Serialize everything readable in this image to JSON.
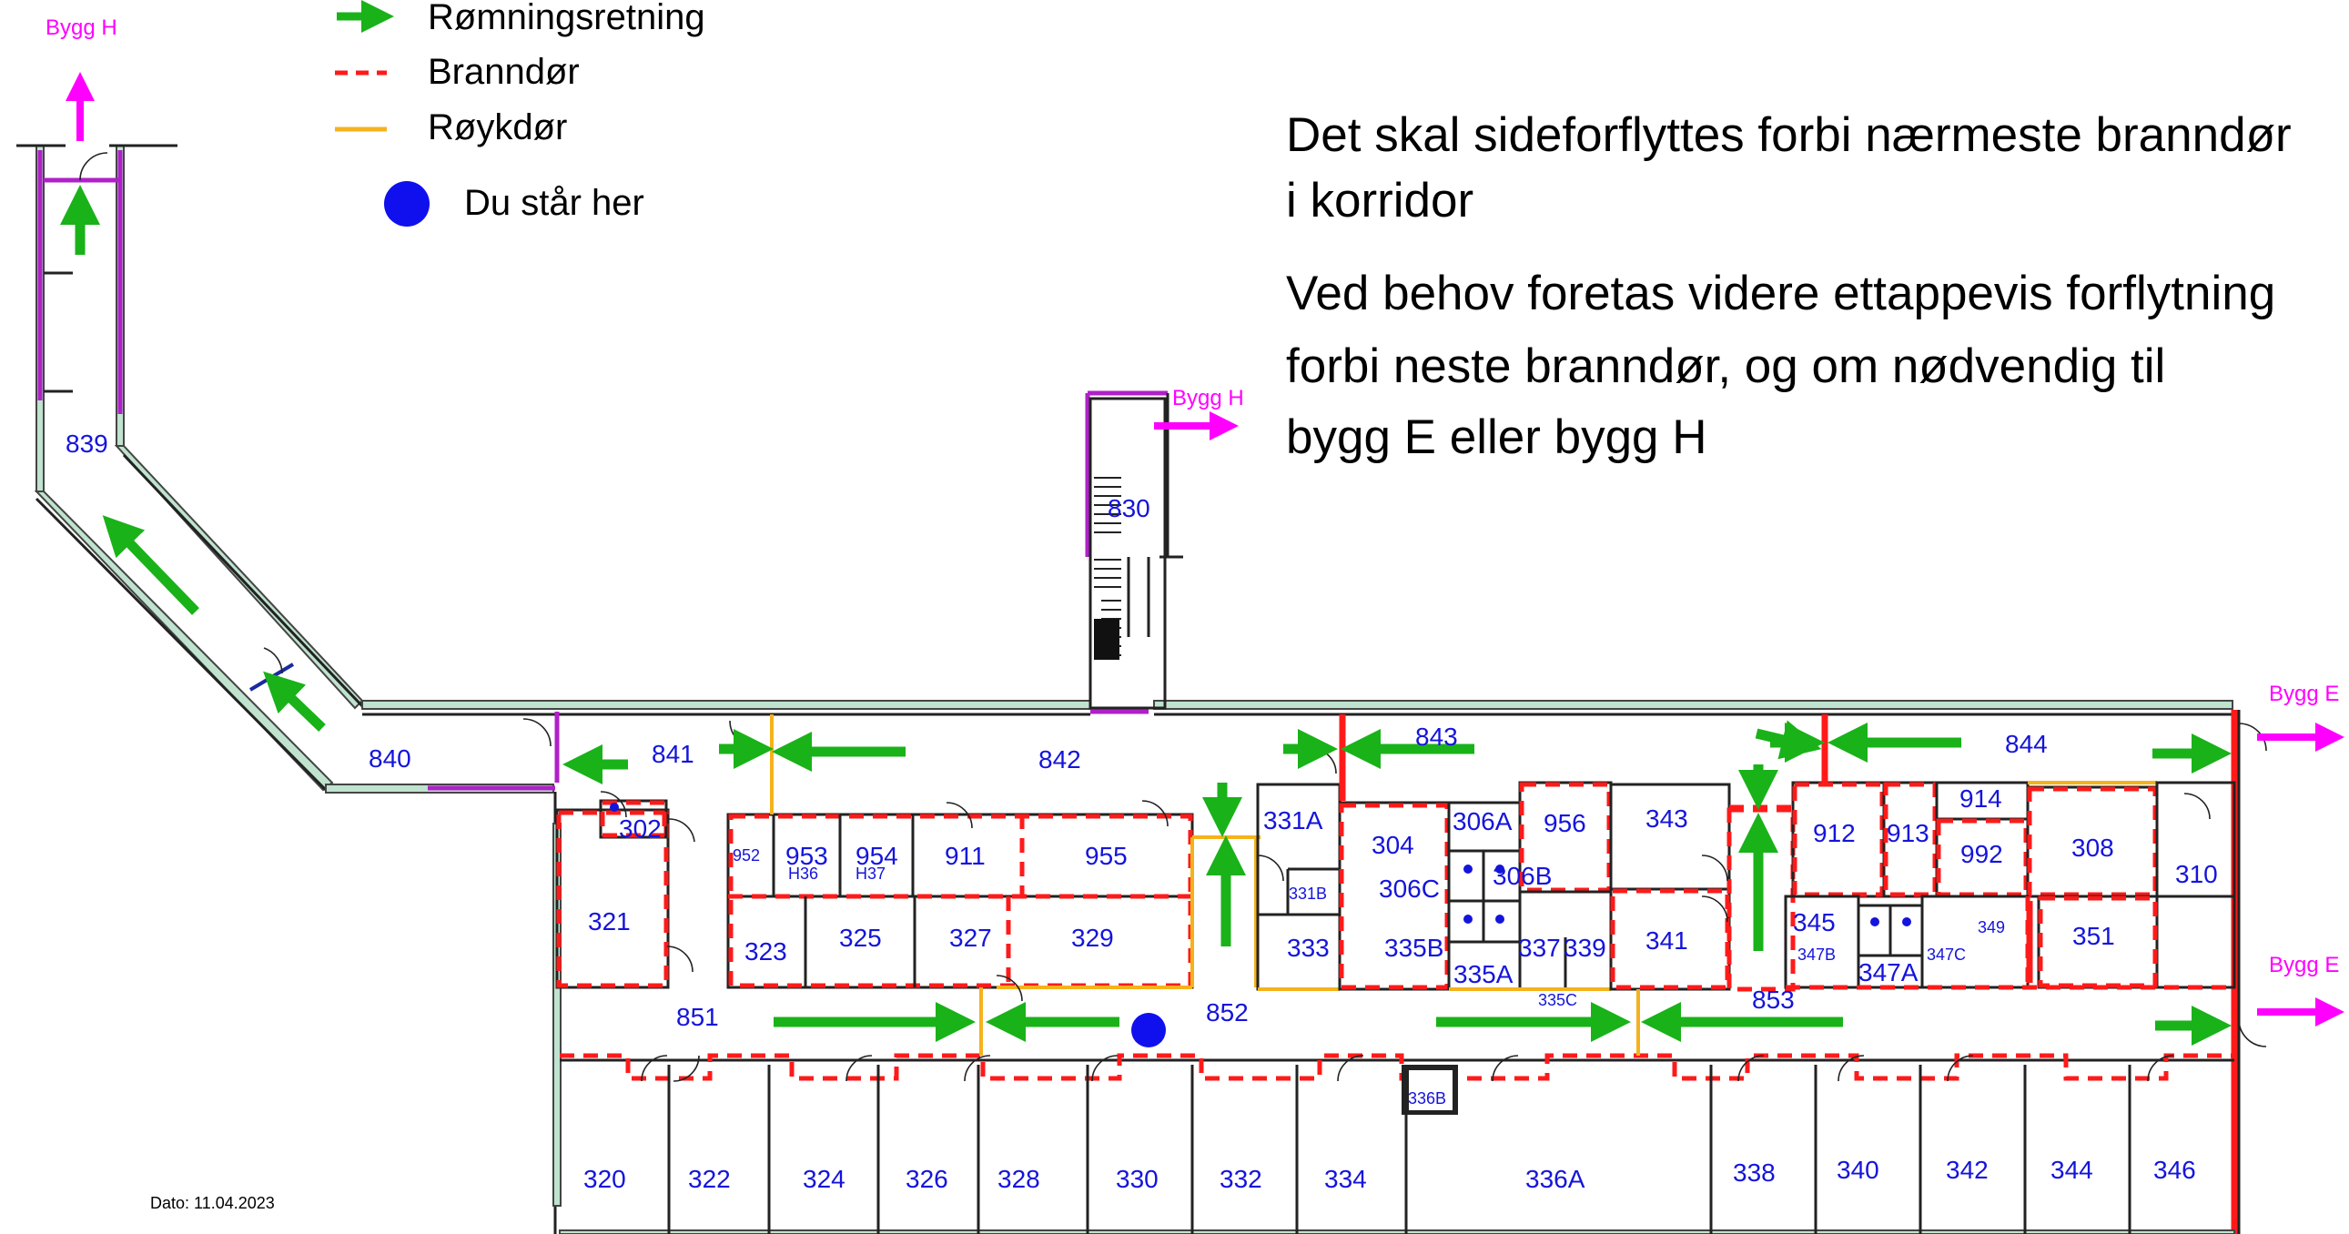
{
  "legend": {
    "escape_label": "Rømningsretning",
    "firedoor_label": "Branndør",
    "smokedoor_label": "Røykdør",
    "here_label": "Du står her"
  },
  "info": {
    "line1": "Det skal sideforflyttes forbi nærmeste branndør",
    "line2": "i korridor",
    "line3": "Ved behov foretas videre ettappevis forflytning",
    "line4": "forbi neste branndør, og om nødvendig til",
    "line5": "bygg E eller bygg H"
  },
  "exits": {
    "bygg_h_top": "Bygg H",
    "bygg_h_stair": "Bygg H",
    "bygg_e_upper": "Bygg E",
    "bygg_e_lower": "Bygg E"
  },
  "date": "Dato: 11.04.2023",
  "colors": {
    "escape": "#19b219",
    "firedoor": "#ff1a1a",
    "smokedoor": "#f5b21b",
    "here": "#1010ee",
    "exit": "#ff00ff",
    "room_text": "#1414dc"
  },
  "rooms": {
    "r839": "839",
    "r840": "840",
    "r841": "841",
    "r842": "842",
    "r843": "843",
    "r844": "844",
    "r830": "830",
    "r851": "851",
    "r852": "852",
    "r853": "853",
    "r302": "302",
    "r952": "952",
    "r953": "953",
    "h36": "H36",
    "r954": "954",
    "h37": "H37",
    "r911": "911",
    "r955": "955",
    "r321": "321",
    "r323": "323",
    "r325": "325",
    "r327": "327",
    "r329": "329",
    "r331A": "331A",
    "r331B": "331B",
    "r333": "333",
    "r304": "304",
    "r306A": "306A",
    "r306B": "306B",
    "r306C": "306C",
    "r335B": "335B",
    "r335A": "335A",
    "r335C": "335C",
    "r337": "337",
    "r339": "339",
    "r956": "956",
    "r343": "343",
    "r341": "341",
    "r912": "912",
    "r913": "913",
    "r914": "914",
    "r992": "992",
    "r308": "308",
    "r310": "310",
    "r345": "345",
    "r347B": "347B",
    "r347A": "347A",
    "r347C": "347C",
    "r349": "349",
    "r351": "351",
    "r336B": "336B",
    "r320": "320",
    "r322": "322",
    "r324": "324",
    "r326": "326",
    "r328": "328",
    "r330": "330",
    "r332": "332",
    "r334": "334",
    "r336A": "336A",
    "r338": "338",
    "r340": "340",
    "r342": "342",
    "r344": "344",
    "r346": "346"
  }
}
